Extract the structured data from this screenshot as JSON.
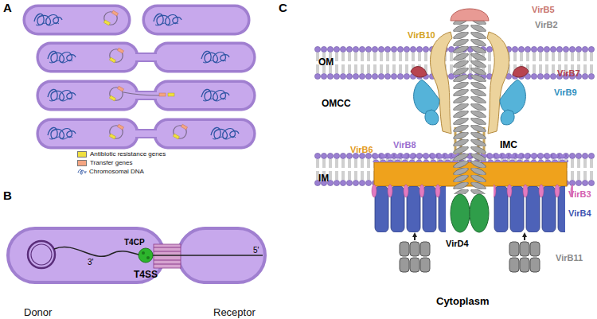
{
  "diagram": {
    "nodes": [
      {
        "text": [
          "Donor"
        ]
      },
      {
        "text": [
          "Receptor"
        ]
      }
    ],
    "labels": [
      "A",
      "B",
      "C",
      "T4CP",
      "T4SS",
      "3'",
      "5'",
      "VirB5",
      "VirB2",
      "VirB10",
      "OM",
      "VirB7",
      "VirB9",
      "OMCC",
      "VirB8",
      "VirB6",
      "IMC",
      "IM",
      "VirB3",
      "VirB4",
      "VirD4",
      "VirB11",
      "Cytoplasm"
    ],
    "legend": [
      {
        "text": "Antibiotic resistance genes",
        "color": "#f0e040"
      },
      {
        "text": "Transfer genes",
        "color": "#f4a582"
      },
      {
        "text": "Chromosomal DNA"
      }
    ]
  }
}
